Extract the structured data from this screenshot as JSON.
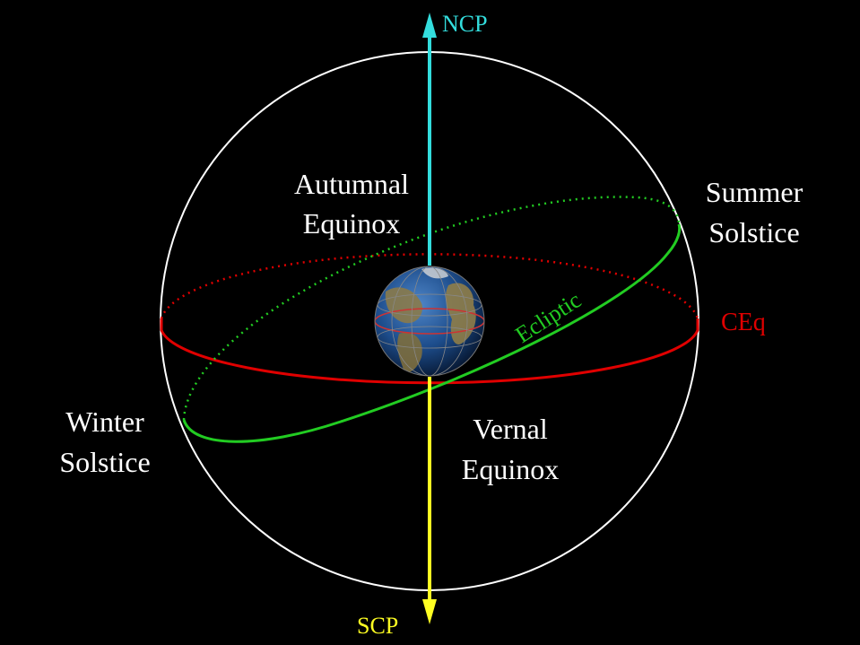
{
  "labels": {
    "ncp": "NCP",
    "scp": "SCP",
    "autumnal_line1": "Autumnal",
    "autumnal_line2": "Equinox",
    "summer_line1": "Summer",
    "summer_line2": "Solstice",
    "winter_line1": "Winter",
    "winter_line2": "Solstice",
    "vernal_line1": "Vernal",
    "vernal_line2": "Equinox",
    "ceq": "CEq",
    "ecliptic": "Ecliptic"
  },
  "colors": {
    "background": "#000000",
    "celestial_sphere": "#ffffff",
    "celestial_equator": "#e00000",
    "ecliptic": "#22cc22",
    "ncp_axis": "#33dddd",
    "scp_axis": "#ffff22",
    "label_text": "#ffffff",
    "earth_ocean": "#1d4d8c",
    "earth_land": "#8a7a4a"
  }
}
